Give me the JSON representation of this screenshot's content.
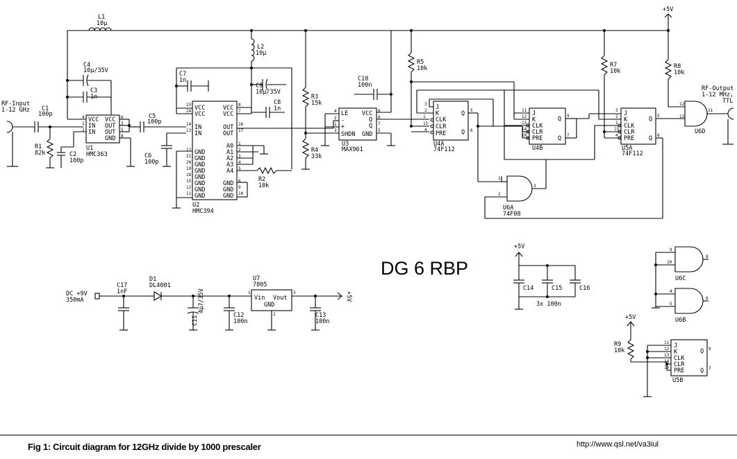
{
  "title": "DG 6 RBP",
  "caption": "Fig 1: Circuit diagram for 12GHz divide by 1000 prescaler",
  "url": "http://www.qsl.net/va3iul",
  "labels": {
    "vcc_top": "+5V",
    "rf_input_1": "RF-Input",
    "rf_input_2": "1-12 GHz",
    "rf_output_1": "RF-Output",
    "rf_output_2": "1-12 MHz,",
    "rf_output_3": "TTL",
    "dc_in_1": "DC +9V",
    "dc_in_2": "350mA",
    "reg_out": "+5V",
    "dec_vcc": "+5V",
    "r9_vcc": "+5V",
    "caps_note": "3x 100n"
  },
  "components": {
    "L1": {
      "ref": "L1",
      "value": "10µ"
    },
    "L2": {
      "ref": "L2",
      "value": "10µ"
    },
    "C1": {
      "ref": "C1",
      "value": "100p"
    },
    "C2": {
      "ref": "C2",
      "value": "100p"
    },
    "C3": {
      "ref": "C3",
      "value": "1n"
    },
    "C4": {
      "ref": "C4",
      "value": "10µ/35V"
    },
    "C5": {
      "ref": "C5",
      "value": "100p"
    },
    "C6": {
      "ref": "C6",
      "value": "100p"
    },
    "C7": {
      "ref": "C7",
      "value": "1n"
    },
    "C8": {
      "ref": "C8",
      "value": "1n"
    },
    "C9": {
      "ref": "C9",
      "value": "10µ/35V"
    },
    "C10": {
      "ref": "C10",
      "value": "100n"
    },
    "C11": {
      "ref": "C11",
      "value": "4µ7/35V"
    },
    "C12": {
      "ref": "C12",
      "value": "100n"
    },
    "C13": {
      "ref": "C13",
      "value": "100n"
    },
    "C14": {
      "ref": "C14"
    },
    "C15": {
      "ref": "C15"
    },
    "C16": {
      "ref": "C16"
    },
    "C17": {
      "ref": "C17",
      "value": "1nF"
    },
    "D1": {
      "ref": "D1",
      "value": "DL4001"
    },
    "R1": {
      "ref": "R1",
      "value": "82k"
    },
    "R2": {
      "ref": "R2",
      "value": "10k"
    },
    "R3": {
      "ref": "R3",
      "value": "15k"
    },
    "R4": {
      "ref": "R4",
      "value": "33k"
    },
    "R5": {
      "ref": "R5",
      "value": "10k"
    },
    "R7": {
      "ref": "R7",
      "value": "10k"
    },
    "R8": {
      "ref": "R8",
      "value": "10k"
    },
    "R9": {
      "ref": "R9",
      "value": "10k"
    },
    "U1": {
      "ref": "U1",
      "part": "HMC363"
    },
    "U2": {
      "ref": "U2",
      "part": "HMC394"
    },
    "U3": {
      "ref": "U3",
      "part": "MAX961"
    },
    "U4A": {
      "ref": "U4A",
      "part": "74F112"
    },
    "U4B": {
      "ref": "U4B"
    },
    "U5A": {
      "ref": "U5A",
      "part": "74F112"
    },
    "U5B": {
      "ref": "U5B"
    },
    "U6A": {
      "ref": "U6A",
      "part": "74F08"
    },
    "U6B": {
      "ref": "U6B"
    },
    "U6C": {
      "ref": "U6C"
    },
    "U6D": {
      "ref": "U6D"
    },
    "U7": {
      "ref": "U7",
      "part": "7805"
    }
  },
  "pins": {
    "vcc": "VCC",
    "in": "IN",
    "out": "OUT",
    "gnd": "GND",
    "a0": "A0",
    "a1": "A1",
    "a2": "A2",
    "a3": "A3",
    "a4": "A4",
    "le": "LE",
    "minus": "-",
    "plus": "+",
    "shdn": "SHDN",
    "q": "Q",
    "qbar": "Q",
    "j": "J",
    "k": "K",
    "clk": "CLK",
    "clr": "CLR",
    "pre": "PRE",
    "vin": "Vin",
    "vout": "Vout"
  }
}
